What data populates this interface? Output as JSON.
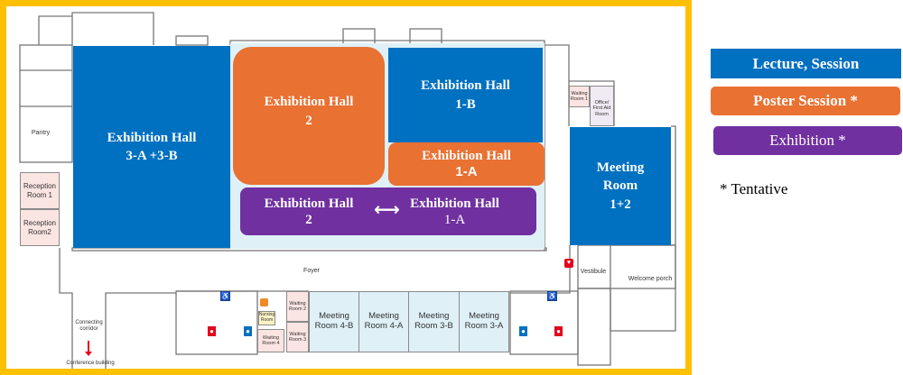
{
  "legend": {
    "items": [
      {
        "label": "Lecture, Session",
        "color": "#0070C0"
      },
      {
        "label": "Poster Session *",
        "color": "#E97132"
      },
      {
        "label": "Exhibition *",
        "color": "#7030A0"
      }
    ],
    "note": "* Tentative"
  },
  "halls": {
    "hall3": {
      "line1": "Exhibition Hall",
      "line2": "3-A +3-B"
    },
    "hall2_poster": {
      "line1": "Exhibition Hall",
      "line2": "2"
    },
    "hall1b": {
      "line1": "Exhibition Hall",
      "line2": "1-B"
    },
    "hall1a_poster": {
      "line1": "Exhibition Hall",
      "line2": "1-A"
    },
    "exhibit_left": {
      "line1": "Exhibition Hall",
      "line2": "2"
    },
    "exhibit_arrow": "⟷",
    "exhibit_right": {
      "line1": "Exhibition Hall",
      "line2": "1-A"
    },
    "meeting12": {
      "line1": "Meeting",
      "line2": "Room",
      "line3": "1+2"
    }
  },
  "rooms": {
    "pantry": "Pantry",
    "reception1": "Reception Room 1",
    "reception2": "Reception Room2",
    "foyer": "Foyer",
    "vestibule": "Vestibule",
    "welcome_porch": "Welcome porch",
    "connecting_corridor": "Connecting corridor",
    "conference_building": "Conference building",
    "waiting1": "Waiting Room 1",
    "office": "Office/ First Aid Room",
    "waiting2": "Waiting Room 2",
    "waiting3": "Waiting Room 3",
    "waiting4": "Waiting Room 4",
    "nursing": "Nursing Room",
    "meeting_rooms": [
      "Meeting Room 4-B",
      "Meeting Room 4-A",
      "Meeting Room 3-B",
      "Meeting Room 3-A"
    ]
  },
  "colors": {
    "frame": "#FFC000",
    "restroom_male": "#0070C0",
    "restroom_female": "#E3001B",
    "accessible": "#1d3f8f"
  }
}
